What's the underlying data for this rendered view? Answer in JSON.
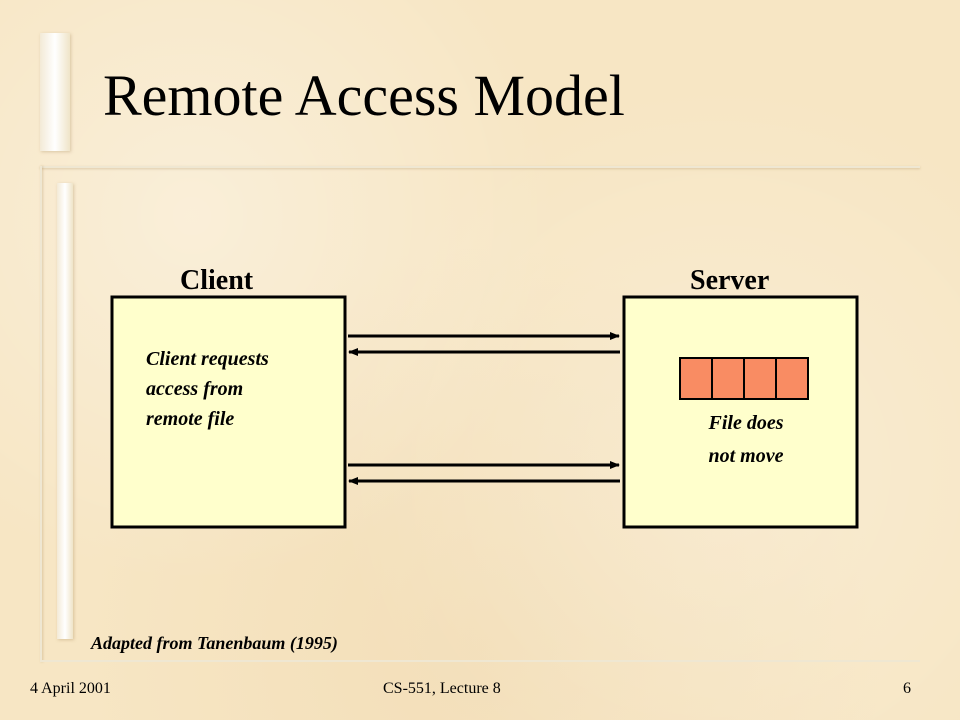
{
  "slide": {
    "title": "Remote Access Model",
    "citation": "Adapted from Tanenbaum (1995)"
  },
  "diagram": {
    "client_label": "Client",
    "server_label": "Server",
    "client_text": [
      "Client requests",
      "access from",
      "remote file"
    ],
    "server_text": [
      "File does",
      "not move"
    ],
    "file_block_count": 4,
    "colors": {
      "box_fill": "#ffffcc",
      "file_fill": "#f98c63",
      "stroke": "#000000"
    }
  },
  "footer": {
    "date": "4 April 2001",
    "course": "CS-551, Lecture 8",
    "page": "6"
  }
}
